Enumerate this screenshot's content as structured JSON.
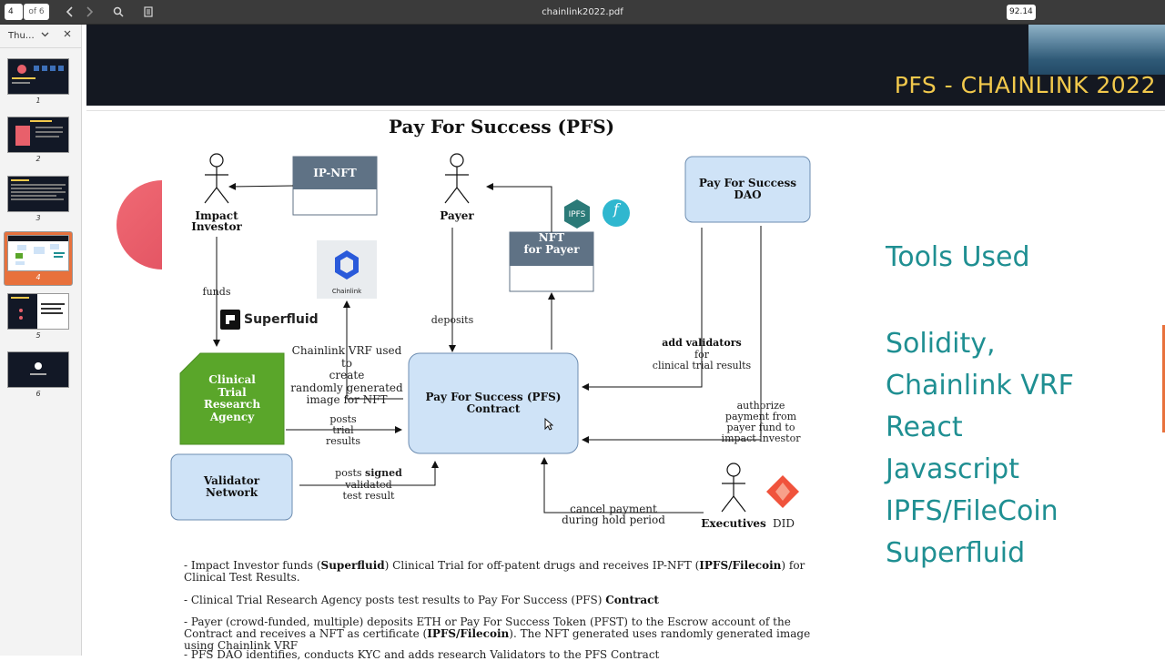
{
  "toolbar": {
    "page_current": "4",
    "page_of": "of 6",
    "doc_title": "chainlink2022.pdf",
    "zoom": "92.14"
  },
  "sidebar": {
    "tab_label": "Thu…",
    "thumbnails": [
      {
        "num": "1"
      },
      {
        "num": "2"
      },
      {
        "num": "3"
      },
      {
        "num": "4"
      },
      {
        "num": "5"
      },
      {
        "num": "6"
      }
    ]
  },
  "banner": {
    "title": "PFS - CHAINLINK 2022"
  },
  "diagram": {
    "title": "Pay For Success (PFS)",
    "ip_nft": "IP-NFT",
    "impact_investor": "Impact\nInvestor",
    "payer": "Payer",
    "dao": "Pay For Success\nDAO",
    "ipfs": "IPFS",
    "nft_for_payer": "NFT\nfor Payer",
    "chainlink_logo": "Chainlink",
    "funds": "funds",
    "superfluid": "Superfluid",
    "deposits": "deposits",
    "add_validators": "add validators",
    "for_trial": "for\nclinical trial results",
    "vrf_note": "Chainlink VRF used to\ncreate\nrandomly generated\nimage for NFT",
    "cra": "Clinical\nTrial\nResearch\nAgency",
    "contract": "Pay For Success (PFS)\nContract",
    "posts_trial": "posts\ntrial\nresults",
    "authorize": "authorize\npayment from\npayer fund to\nimpact investor",
    "validator": "Validator\nNetwork",
    "posts_signed_a": "posts ",
    "posts_signed_b": "signed",
    "validated": "validated\ntest result",
    "cancel": "cancel payment\nduring hold period",
    "executives": "Executives",
    "did": "DID"
  },
  "tools": {
    "heading": "Tools Used",
    "items": [
      "Solidity,",
      "Chainlink VRF",
      "React",
      "Javascript",
      "IPFS/FileCoin",
      "Superfluid"
    ]
  },
  "notes": {
    "n1_a": "- Impact Investor funds (",
    "n1_b": "Superfluid",
    "n1_c": ") Clinical Trial for off-patent drugs and receives IP-NFT (",
    "n1_d": "IPFS/Filecoin",
    "n1_e": ") for Clinical Test Results.",
    "n2_a": "- Clinical Trial Research Agency posts test results to Pay For Success (PFS) ",
    "n2_b": "Contract",
    "n3_a": "- Payer (crowd-funded, multiple) deposits ETH or Pay For Success Token (PFST) to the Escrow account of the Contract and receives a NFT as certificate (",
    "n3_b": "IPFS/Filecoin",
    "n3_c": "). The NFT generated uses randomly generated image using Chainlink VRF",
    "n4": "- PFS DAO identifies, conducts KYC and adds research Validators to the PFS Contract"
  },
  "colors": {
    "banner_bg": "#141821",
    "banner_title": "#f2c94c",
    "tools_text": "#1f8f92",
    "node_blue": "#cfe3f7",
    "cra_green": "#5aa62a",
    "nft_header": "#5f7285",
    "accent_orange": "#e8713c"
  }
}
